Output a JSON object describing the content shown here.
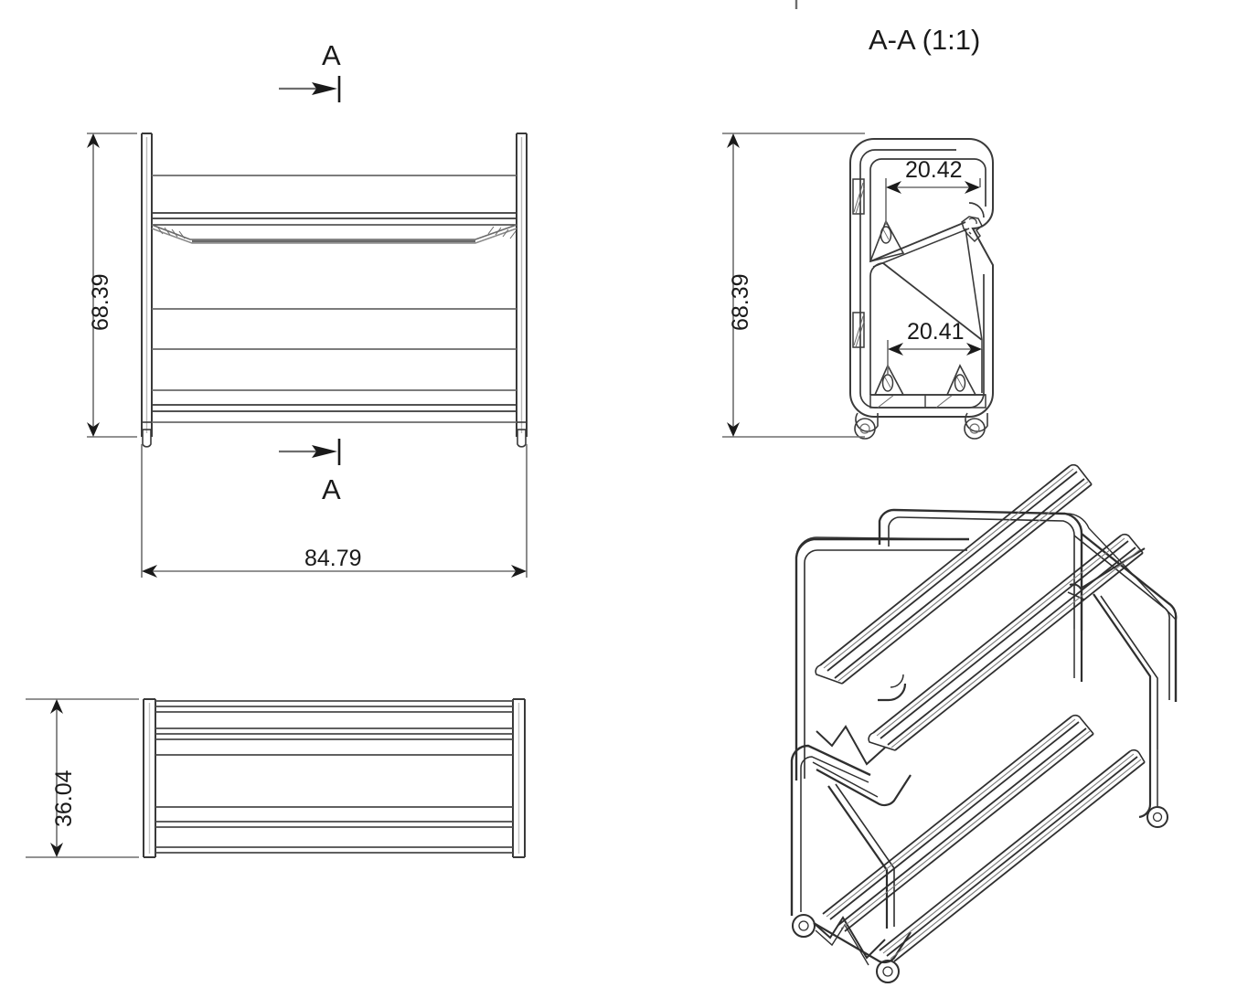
{
  "sheet": {
    "background": "#ffffff",
    "line_color": "#1a1a1a",
    "thin_line_color": "#6e6e6e"
  },
  "views": {
    "front": {
      "name": "front-elevation-view",
      "section_letter_top": "A",
      "section_letter_bottom": "A",
      "dimensions": {
        "height": "68.39",
        "width": "84.79"
      }
    },
    "top": {
      "name": "top-plan-view",
      "dimensions": {
        "depth": "36.04"
      }
    },
    "section": {
      "name": "section-view-a-a",
      "title": "A-A (1:1)",
      "dimensions": {
        "overall_height": "68.39",
        "upper_span": "20.42",
        "lower_span": "20.41"
      }
    },
    "isometric": {
      "name": "isometric-view"
    }
  },
  "icons": {
    "section_arrow": "section-arrow-icon",
    "dimension_arrow": "dimension-arrow-icon"
  }
}
